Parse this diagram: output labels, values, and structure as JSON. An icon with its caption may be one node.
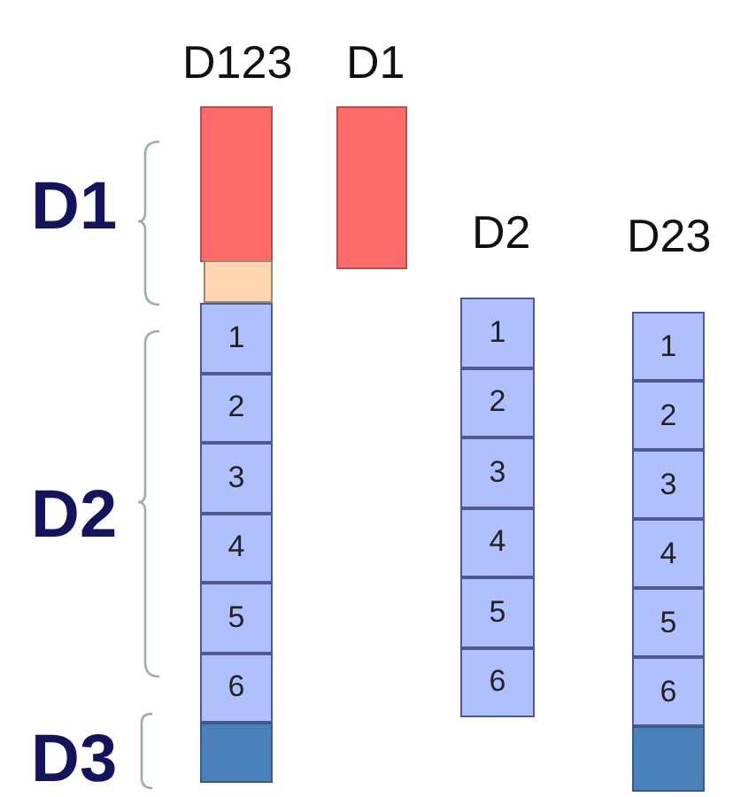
{
  "diagram": {
    "nodes": [
      {
        "text": [],
        "shape": "box"
      },
      {
        "text": [],
        "shape": "box"
      },
      {
        "text": [
          "1"
        ]
      },
      {
        "text": [
          "2"
        ]
      },
      {
        "text": [
          "3"
        ]
      },
      {
        "text": [
          "4"
        ]
      },
      {
        "text": [
          "5"
        ]
      },
      {
        "text": [
          "6"
        ]
      },
      {
        "text": [],
        "shape": "box"
      },
      {
        "text": [],
        "shape": "box"
      },
      {
        "text": [
          "1"
        ]
      },
      {
        "text": [
          "2"
        ]
      },
      {
        "text": [
          "3"
        ]
      },
      {
        "text": [
          "4"
        ]
      },
      {
        "text": [
          "5"
        ]
      },
      {
        "text": [
          "6"
        ]
      },
      {
        "text": [
          "1"
        ]
      },
      {
        "text": [
          "2"
        ]
      },
      {
        "text": [
          "3"
        ]
      },
      {
        "text": [
          "4"
        ]
      },
      {
        "text": [
          "5"
        ]
      },
      {
        "text": [
          "6"
        ]
      },
      {
        "text": [],
        "shape": "box"
      }
    ],
    "labels": [
      "D123",
      "D1",
      "D1",
      "D2",
      "D23",
      "D2",
      "D3"
    ]
  }
}
